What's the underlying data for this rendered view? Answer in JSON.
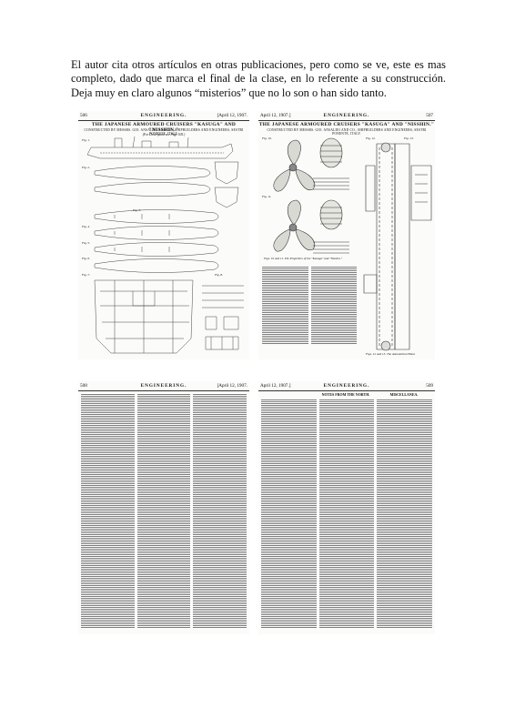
{
  "intro_text": "El autor cita otros artículos en otras publicaciones, pero como se ve, este es mas completo, dado que marca el final de la clase, en lo referente a su construcción. Deja muy en claro algunos “misterios” que no lo son o han sido tanto.",
  "pages": [
    {
      "page_no": "506",
      "journal": "ENGINEERING.",
      "date": "[April 12, 1907.",
      "title": "THE JAPANESE ARMOURED CRUISERS \"KASUGA\" AND \"NISSHIN.\"",
      "subtitle": "CONSTRUCTED BY MESSRS. GIO. ANSALDO AND CO., SHIPBUILDERS AND ENGINEERS, SESTRI PONENTE, ITALY.",
      "note": "(For Description see Page 505.)",
      "figures": [
        "Fig. 1.",
        "Fig. 2.",
        "Fig. 3.",
        "Fig. 4.",
        "Fig. 5.",
        "Fig. 6.",
        "Fig. 7.",
        "Fig. 8."
      ]
    },
    {
      "page_no": "507",
      "journal": "ENGINEERING.",
      "date": "April 12, 1907.]",
      "title": "THE JAPANESE ARMOURED CRUISERS \"KASUGA\" AND \"NISSHIN.\"",
      "subtitle": "CONSTRUCTED BY MESSRS. GIO. ANSALDO AND CO., SHIPBUILDERS AND ENGINEERS, SESTRI PONENTE, ITALY.",
      "figures": [
        "Fig. 10.",
        "Fig. 11.",
        "Fig. 12.",
        "Fig. 13."
      ],
      "caption_left": "Figs. 10 and 11. The Propellers of the \"Kasuga\" and \"Nisshin.\"",
      "caption_right": "Figs. 12 and 13. The Ammunition Hoist."
    },
    {
      "page_no": "508",
      "journal": "ENGINEERING.",
      "date": "[April 12, 1907."
    },
    {
      "page_no": "April 12, 1907.]",
      "journal": "ENGINEERING.",
      "date": "509",
      "section_left": "NOTES FROM THE NORTH.",
      "section_right": "MISCELLANEA."
    }
  ]
}
